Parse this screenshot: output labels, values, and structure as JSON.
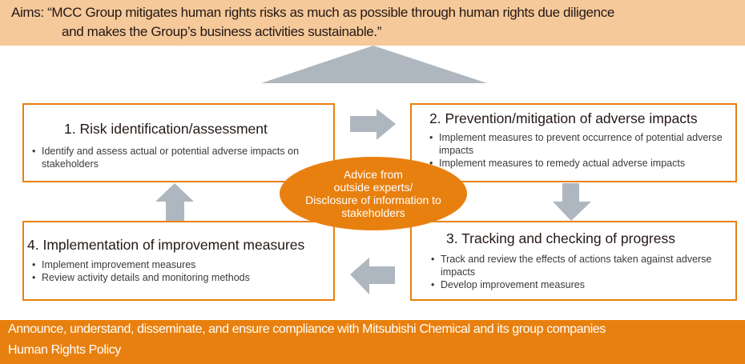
{
  "aims": {
    "line1": "Aims: “MCC Group mitigates human rights risks as much as possible through human rights due diligence",
    "line2": "and makes the Group’s business activities sustainable.”"
  },
  "steps": [
    {
      "title": "1. Risk identification/assessment",
      "bullets": [
        "Identify and assess actual or potential adverse impacts on stakeholders"
      ]
    },
    {
      "title": "2. Prevention/mitigation of adverse impacts",
      "bullets": [
        "Implement measures to prevent occurrence of potential adverse impacts",
        "Implement measures to remedy actual adverse impacts"
      ]
    },
    {
      "title": "3. Tracking and checking of progress",
      "bullets": [
        "Track and review the effects of actions taken against adverse impacts",
        "Develop improvement measures"
      ]
    },
    {
      "title": "4. Implementation of improvement measures",
      "bullets": [
        "Implement improvement measures",
        "Review activity details and monitoring methods"
      ]
    }
  ],
  "center": {
    "lines": [
      "Advice from",
      "outside experts/",
      "Disclosure of information to",
      "stakeholders"
    ]
  },
  "policy": {
    "line1": "Announce, understand, disseminate, and ensure compliance with Mitsubishi Chemical and its group companies",
    "line2": "Human Rights Policy"
  },
  "colors": {
    "aims_bg": "#f5c99a",
    "accent_orange": "#e8800f",
    "arrow_gray": "#aeb7bf",
    "text": "#231815"
  },
  "arrows": [
    {
      "from": "step-1",
      "to": "step-2",
      "direction": "right",
      "icon": "arrow-right-icon"
    },
    {
      "from": "step-2",
      "to": "step-3",
      "direction": "down",
      "icon": "arrow-down-icon"
    },
    {
      "from": "step-3",
      "to": "step-4",
      "direction": "left",
      "icon": "arrow-left-icon"
    },
    {
      "from": "step-4",
      "to": "step-1",
      "direction": "up",
      "icon": "arrow-up-icon"
    }
  ]
}
